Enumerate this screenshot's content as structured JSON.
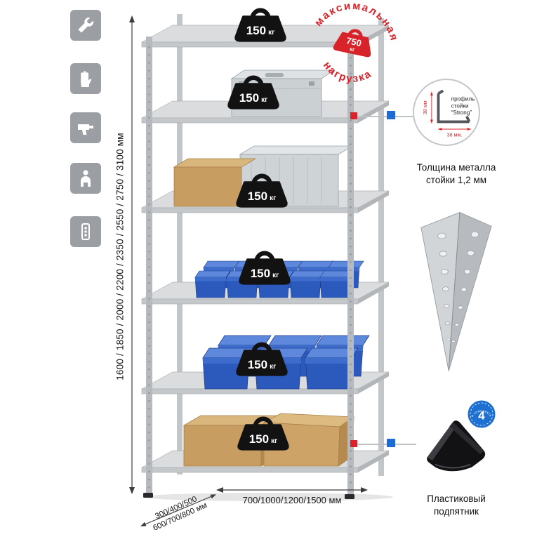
{
  "features": {
    "icons": [
      "wrench",
      "glove",
      "drill",
      "person",
      "rack-post"
    ]
  },
  "dimensions": {
    "height": "1600 / 1850 / 2000 / 2200 / 2350 / 2550 / 2750 / 3100 мм",
    "depth_line1": "300/400/500",
    "depth_line2": "600/700/800 мм",
    "width": "700/1000/1200/1500 мм"
  },
  "shelf_load": {
    "value": "150",
    "unit": "кг",
    "shelf_count": 6
  },
  "max_load": {
    "arc_top": "максимальная",
    "arc_bottom": "нагрузка",
    "value": "750",
    "unit": "кг"
  },
  "profile": {
    "label_line1": "профиль",
    "label_line2": "стойки",
    "label_line3": "“Strong”",
    "dim_vertical": "38 мм",
    "dim_horizontal": "38 мм.",
    "caption_line1": "Толщина металла",
    "caption_line2": "стойки 1,2 мм"
  },
  "foot": {
    "badge_number": "4",
    "badge_text": "в комплекте",
    "caption_line1": "Пластиковый",
    "caption_line2": "подпятник"
  },
  "colors": {
    "accent_red": "#d8232a",
    "accent_blue": "#1e6bd6",
    "icon_gray": "#9b9ea3"
  }
}
